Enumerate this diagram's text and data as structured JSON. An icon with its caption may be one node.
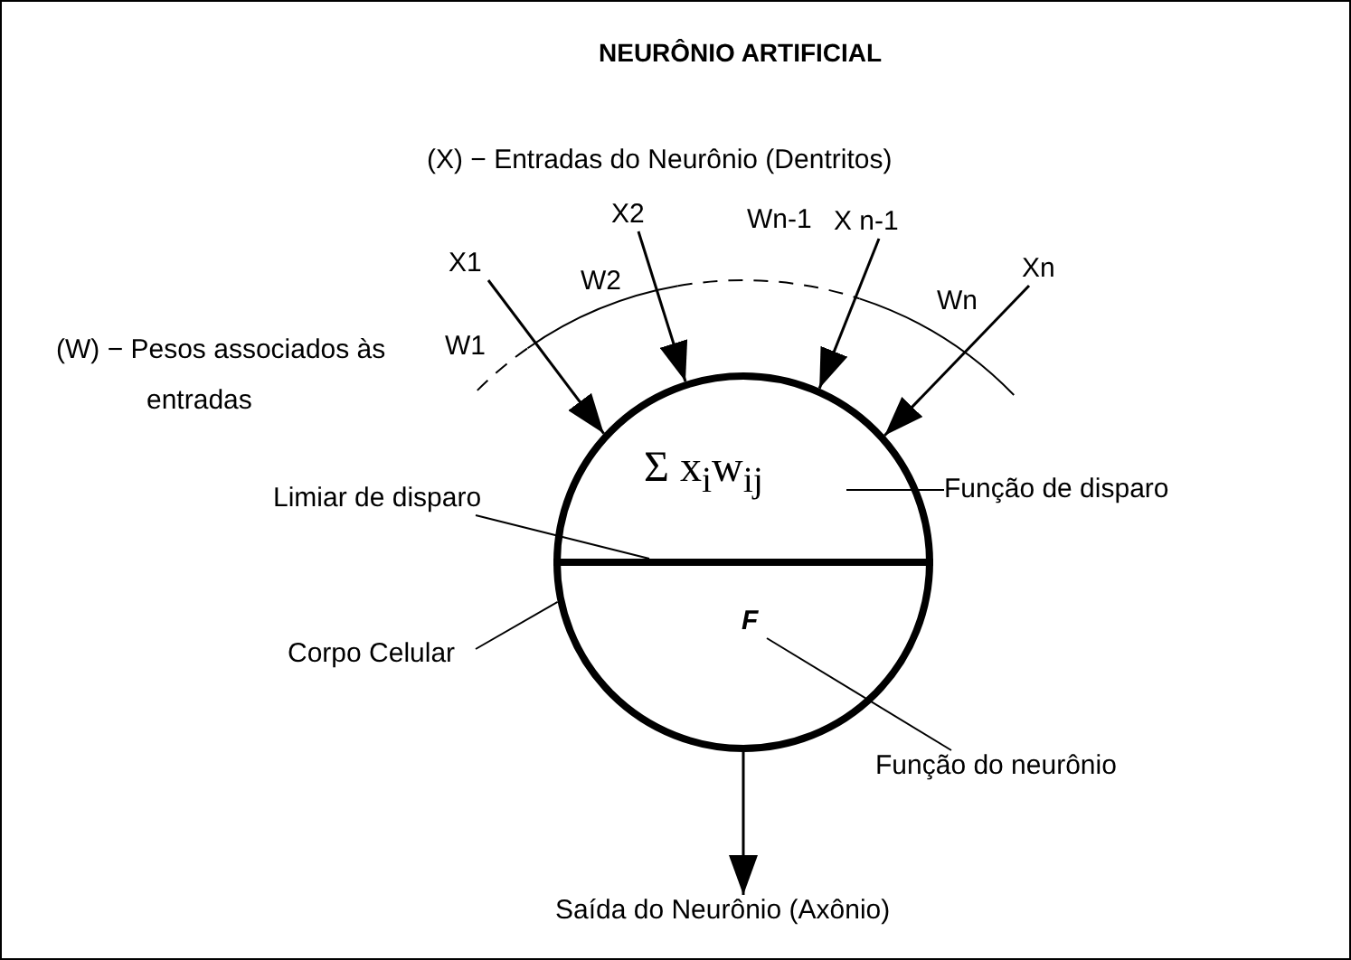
{
  "diagram": {
    "title": "NEURÔNIO ARTIFICIAL",
    "nodes": [
      {
        "text": [],
        "shape": "circle"
      },
      {
        "text": [
          "Σ x$_{i}$w$_{ij}$"
        ],
        "in": 0
      },
      {
        "text": [],
        "shape": "bar",
        "in": 0
      },
      {
        "text": [
          "F"
        ],
        "in": 0
      },
      {
        "text": [
          "X1"
        ]
      },
      {
        "text": [
          "X2"
        ]
      },
      {
        "text": [
          "X n-1"
        ]
      },
      {
        "text": [
          "Xn"
        ]
      },
      {
        "text": [
          "Saída do Neurônio (Axônio)"
        ]
      },
      {
        "text": [
          "Limiar de disparo"
        ]
      },
      {
        "text": [
          "Função de disparo"
        ]
      },
      {
        "text": [
          "Corpo Celular"
        ]
      },
      {
        "text": [
          "Função do neurônio"
        ]
      }
    ],
    "edges": [
      {
        "from": 4,
        "to": 0,
        "arrow": "to"
      },
      {
        "from": 5,
        "to": 0,
        "arrow": "to"
      },
      {
        "from": 6,
        "to": 0,
        "arrow": "to"
      },
      {
        "from": 7,
        "to": 0,
        "arrow": "to"
      },
      {
        "from": 0,
        "to": 8,
        "arrow": "to"
      },
      {
        "from": 9,
        "to": 2,
        "arrow": "none"
      },
      {
        "from": 10,
        "to": 1,
        "arrow": "none"
      },
      {
        "from": 11,
        "to": 0,
        "arrow": "none"
      },
      {
        "from": 12,
        "to": 3,
        "arrow": "none"
      }
    ],
    "labels": [
      "(X) − Entradas do Neurônio (Dentritos)",
      "W2",
      "Wn-1",
      "Wn",
      "(W) − Pesos associados às entradas",
      "W1"
    ]
  }
}
